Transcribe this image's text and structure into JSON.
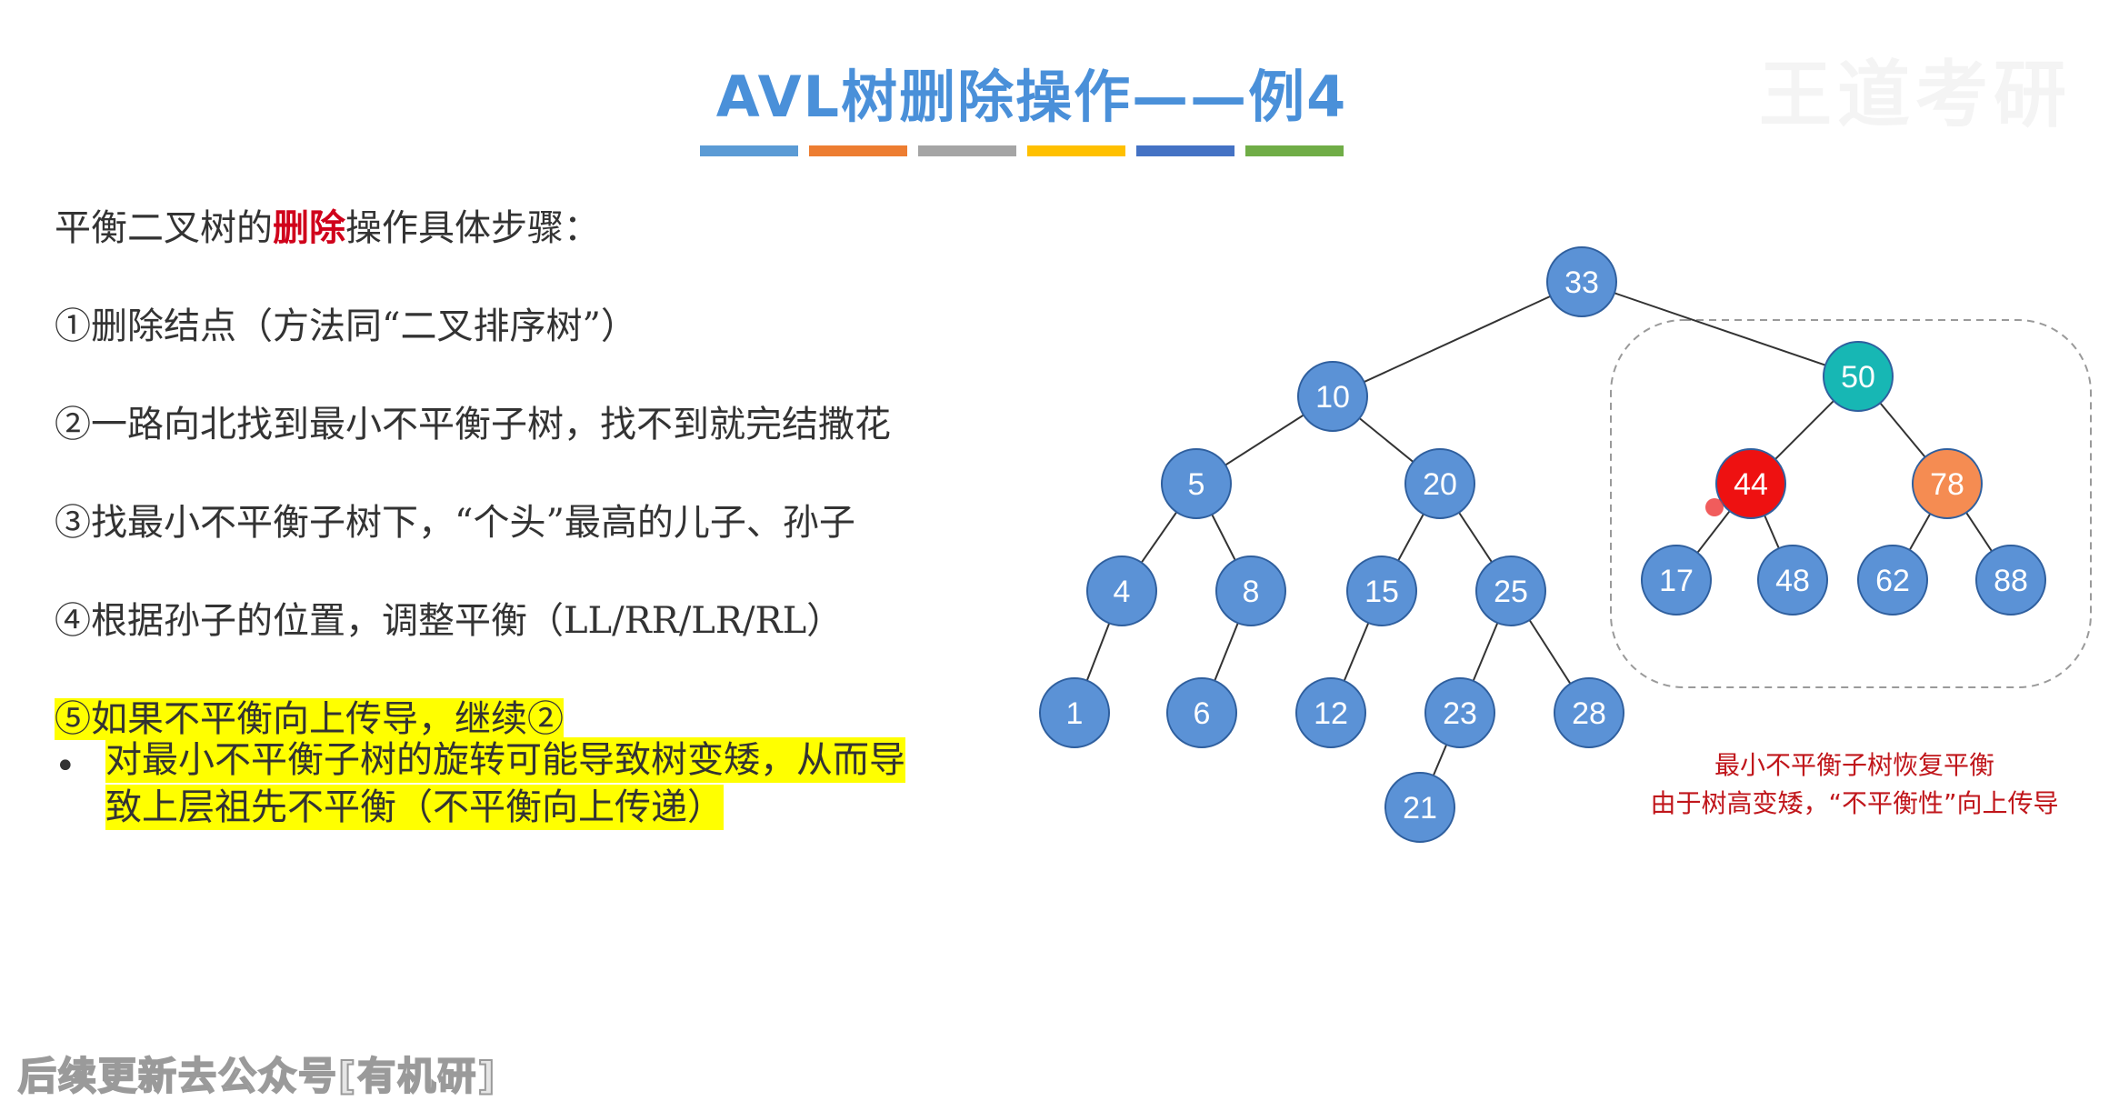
{
  "title": "AVL树删除操作——例4",
  "logo_text": "王道考研",
  "colors": {
    "node_blue": "#5b92d6",
    "node_stroke": "#2f5f9e",
    "node_red": "#ee1111",
    "node_teal": "#17b7b4",
    "node_orange": "#f58c52",
    "caption_red": "#c0161b",
    "highlight": "#ffff00"
  },
  "color_bar": [
    "#5b9bd5",
    "#ed7d31",
    "#a5a5a5",
    "#ffc000",
    "#4472c4",
    "#70ad47"
  ],
  "steps": {
    "intro_prefix": "平衡二叉树的",
    "intro_red": "删除",
    "intro_suffix": "操作具体步骤：",
    "s1": "①删除结点（方法同“二叉排序树”）",
    "s2": "②一路向北找到最小不平衡子树，找不到就完结撒花",
    "s3": "③找最小不平衡子树下，“个头”最高的儿子、孙子",
    "s4": "④根据孙子的位置，调整平衡（LL/RR/LR/RL）",
    "s5": "⑤如果不平衡向上传导，继续②",
    "bullet": "•",
    "bullet_line1": "对最小不平衡子树的旋转可能导致树变矮，从而导",
    "bullet_line2": "致上层祖先不平衡（不平衡向上传递）"
  },
  "caption": {
    "line1": "最小不平衡子树恢复平衡",
    "line2": "由于树高变矮，“不平衡性”向上传导"
  },
  "watermark": "后续更新去公众号[有机研]",
  "tree": {
    "nodes": [
      {
        "id": "n33",
        "label": "33",
        "color": "blue"
      },
      {
        "id": "n10",
        "label": "10",
        "color": "blue"
      },
      {
        "id": "n50",
        "label": "50",
        "color": "teal"
      },
      {
        "id": "n5",
        "label": "5",
        "color": "blue"
      },
      {
        "id": "n20",
        "label": "20",
        "color": "blue"
      },
      {
        "id": "n44",
        "label": "44",
        "color": "red"
      },
      {
        "id": "n78",
        "label": "78",
        "color": "orange"
      },
      {
        "id": "n4",
        "label": "4",
        "color": "blue"
      },
      {
        "id": "n8",
        "label": "8",
        "color": "blue"
      },
      {
        "id": "n15",
        "label": "15",
        "color": "blue"
      },
      {
        "id": "n25",
        "label": "25",
        "color": "blue"
      },
      {
        "id": "n17",
        "label": "17",
        "color": "blue"
      },
      {
        "id": "n48",
        "label": "48",
        "color": "blue"
      },
      {
        "id": "n62",
        "label": "62",
        "color": "blue"
      },
      {
        "id": "n88",
        "label": "88",
        "color": "blue"
      },
      {
        "id": "n1",
        "label": "1",
        "color": "blue"
      },
      {
        "id": "n6",
        "label": "6",
        "color": "blue"
      },
      {
        "id": "n12",
        "label": "12",
        "color": "blue"
      },
      {
        "id": "n23",
        "label": "23",
        "color": "blue"
      },
      {
        "id": "n28",
        "label": "28",
        "color": "blue"
      },
      {
        "id": "n21",
        "label": "21",
        "color": "blue"
      }
    ],
    "edges": [
      [
        "n33",
        "n10"
      ],
      [
        "n33",
        "n50"
      ],
      [
        "n10",
        "n5"
      ],
      [
        "n10",
        "n20"
      ],
      [
        "n50",
        "n44"
      ],
      [
        "n50",
        "n78"
      ],
      [
        "n5",
        "n4"
      ],
      [
        "n5",
        "n8"
      ],
      [
        "n20",
        "n15"
      ],
      [
        "n20",
        "n25"
      ],
      [
        "n44",
        "n17"
      ],
      [
        "n44",
        "n48"
      ],
      [
        "n78",
        "n62"
      ],
      [
        "n78",
        "n88"
      ],
      [
        "n4",
        "n1"
      ],
      [
        "n8",
        "n6"
      ],
      [
        "n15",
        "n12"
      ],
      [
        "n25",
        "n23"
      ],
      [
        "n25",
        "n28"
      ],
      [
        "n23",
        "n21"
      ]
    ]
  }
}
